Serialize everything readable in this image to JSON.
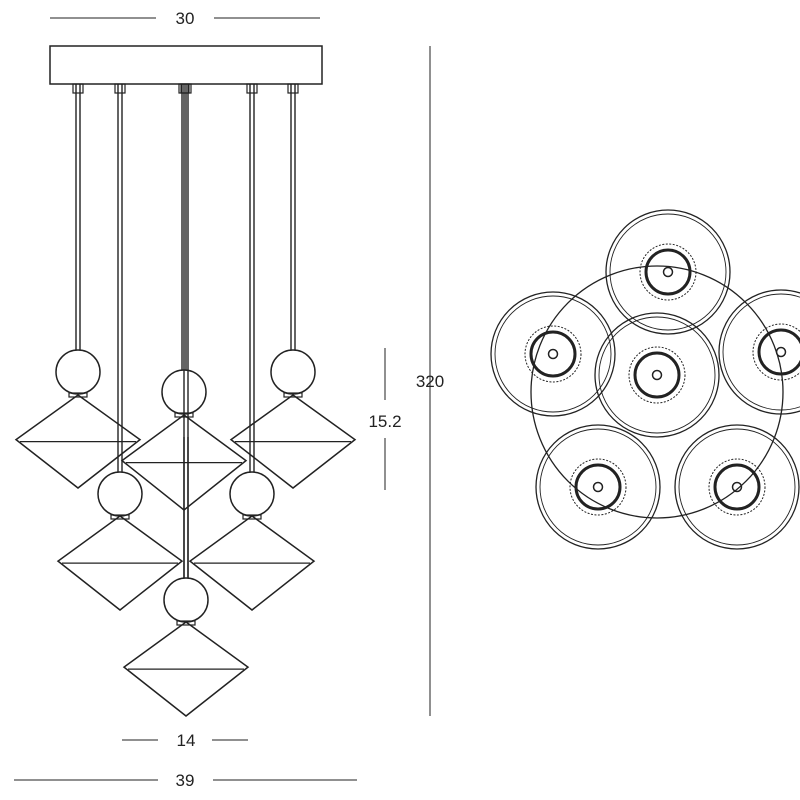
{
  "dimensions": {
    "canopy_width": "30",
    "overall_height": "320",
    "shade_height": "15.2",
    "shade_width": "14",
    "overall_width": "39"
  },
  "colors": {
    "line": "#222222",
    "background": "#ffffff"
  }
}
